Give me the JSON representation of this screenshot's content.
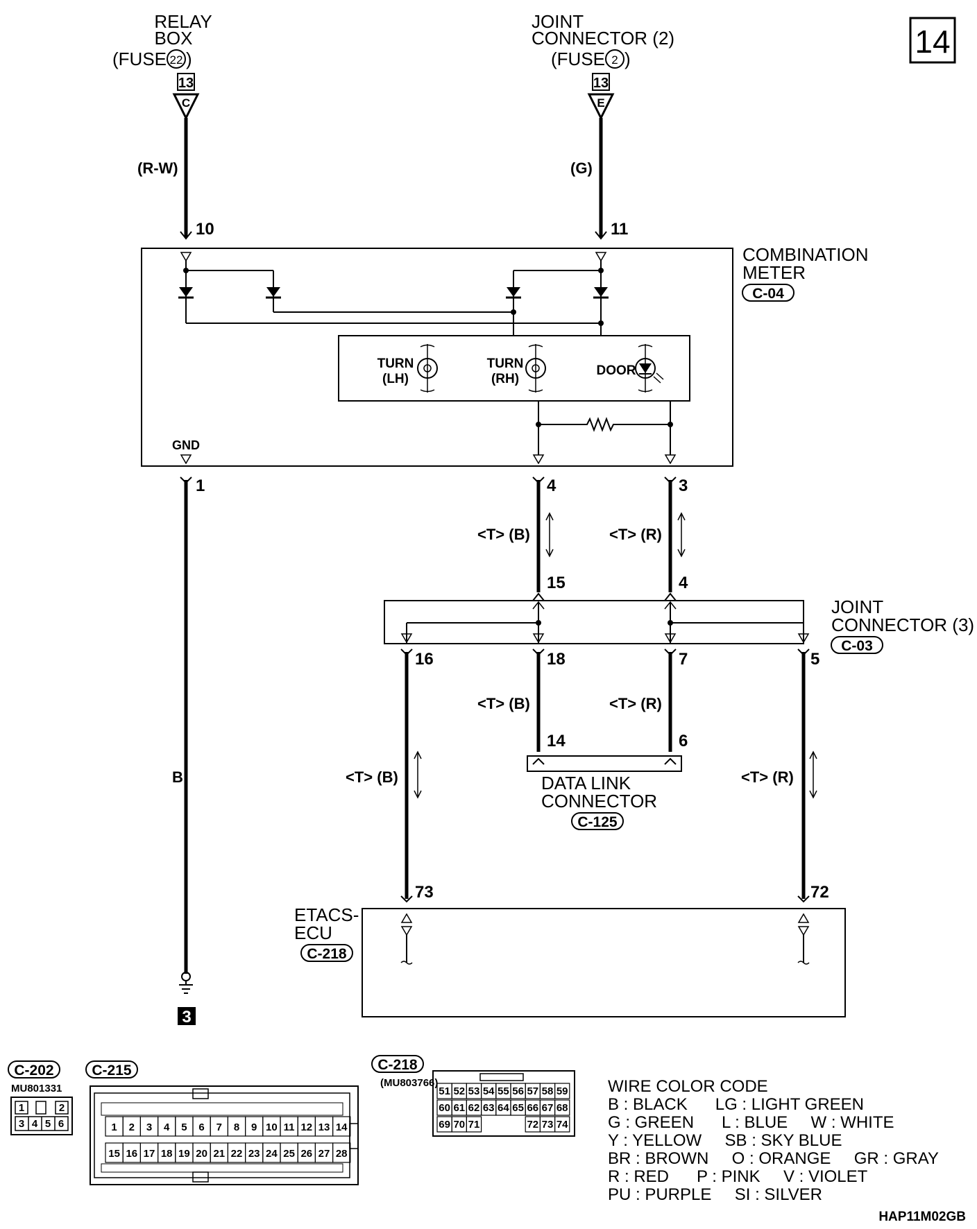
{
  "page_number": "14",
  "sources": {
    "relay_box": {
      "line1": "RELAY",
      "line2": "BOX",
      "fuse_prefix": "(FUSE",
      "fuse_no": "22",
      "fuse_suffix": ")",
      "page_ref": "13",
      "conn": "C"
    },
    "joint_connector_2": {
      "line1": "JOINT",
      "line2": "CONNECTOR (2)",
      "fuse_prefix": "(FUSE",
      "fuse_no": "2",
      "fuse_suffix": ")",
      "page_ref": "13",
      "conn": "E"
    }
  },
  "wire_labels": {
    "rw": "(R-W)",
    "g": "(G)",
    "b_gnd": "B",
    "tb_1": "<T> (B)",
    "tr_1": "<T> (R)",
    "tb_2": "<T> (B)",
    "tr_2": "<T> (R)",
    "tb_3": "<T> (B)",
    "tr_3": "<T> (R)"
  },
  "pins": {
    "p10": "10",
    "p11": "11",
    "p1": "1",
    "p4": "4",
    "p3": "3",
    "p15": "15",
    "p4b": "4",
    "p16": "16",
    "p18": "18",
    "p7": "7",
    "p5": "5",
    "p14": "14",
    "p6": "6",
    "p73": "73",
    "p72": "72"
  },
  "combination_meter": {
    "line1": "COMBINATION",
    "line2": "METER",
    "connector": "C-04",
    "gnd": "GND",
    "lamps": [
      {
        "l1": "TURN",
        "l2": "(LH)"
      },
      {
        "l1": "TURN",
        "l2": "(RH)"
      },
      {
        "l1": "DOOR",
        "l2": ""
      }
    ]
  },
  "joint_connector_3": {
    "line1": "JOINT",
    "line2": "CONNECTOR (3)",
    "connector": "C-03"
  },
  "data_link_connector": {
    "line1": "DATA LINK",
    "line2": "CONNECTOR",
    "connector": "C-125"
  },
  "etacs_ecu": {
    "line1": "ETACS-",
    "line2": "ECU",
    "connector": "C-218"
  },
  "ground_ref": "3",
  "connector_views": {
    "c202": {
      "label": "C-202",
      "part": "MU801331",
      "row1": [
        "1",
        "",
        "2"
      ],
      "row2": [
        "3",
        "4",
        "5",
        "6"
      ]
    },
    "c215": {
      "label": "C-215",
      "row1": [
        "1",
        "2",
        "3",
        "4",
        "5",
        "6",
        "7",
        "8",
        "9",
        "10",
        "11",
        "12",
        "13",
        "14"
      ],
      "row2": [
        "15",
        "16",
        "17",
        "18",
        "19",
        "20",
        "21",
        "22",
        "23",
        "24",
        "25",
        "26",
        "27",
        "28"
      ]
    },
    "c218": {
      "label": "C-218",
      "part": "(MU803766)",
      "row1": [
        "51",
        "52",
        "53",
        "54",
        "55",
        "56",
        "57",
        "58",
        "59"
      ],
      "row2": [
        "60",
        "61",
        "62",
        "63",
        "64",
        "65",
        "66",
        "67",
        "68"
      ],
      "row3": [
        "69",
        "70",
        "71",
        "",
        "",
        "",
        "72",
        "73",
        "74"
      ]
    }
  },
  "wire_color_code": {
    "title": "WIRE COLOR CODE",
    "lines": [
      "B : BLACK      LG : LIGHT GREEN",
      "G : GREEN      L : BLUE     W : WHITE",
      "Y : YELLOW     SB : SKY BLUE",
      "BR : BROWN     O : ORANGE     GR : GRAY",
      "R : RED      P : PINK     V : VIOLET",
      "PU : PURPLE     SI : SILVER"
    ]
  },
  "figure_code": "HAP11M02GB"
}
